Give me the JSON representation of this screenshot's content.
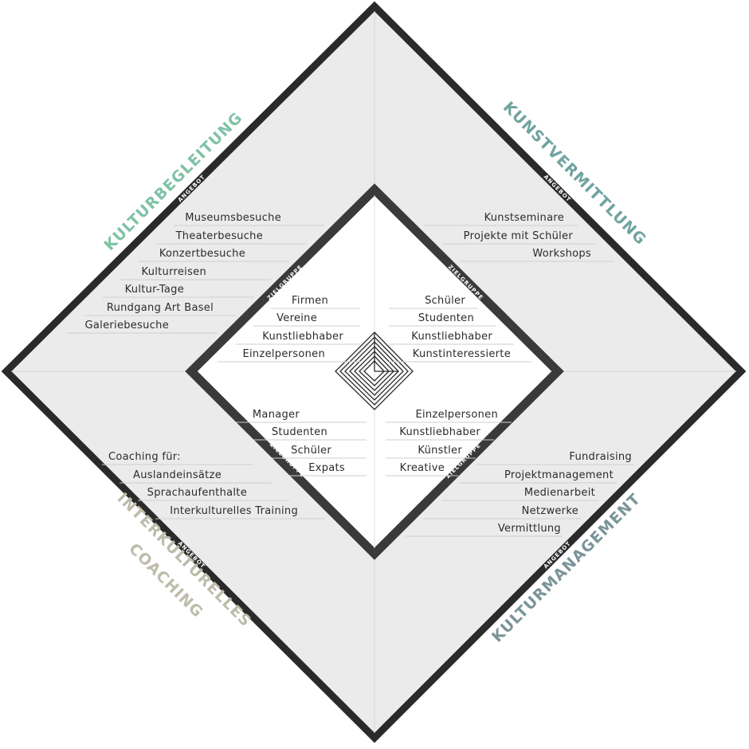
{
  "colors": {
    "outer_fill": "#ebebeb",
    "frame": "#2a2a2a",
    "inner_fill": "#ffffff",
    "kulturbegleitung": "#7fc2a6",
    "kunstvermittlung": "#6fa3a0",
    "interkulturelles": "#bdbcaa",
    "kulturmanagement": "#7a9499",
    "text": "#2b2b2b"
  },
  "titles": {
    "top_left": "KULTURBEGLEITUNG",
    "top_right": "KUNSTVERMITTLUNG",
    "bottom_left_line1": "INTERKULTURELLES",
    "bottom_left_line2": "COACHING",
    "bottom_right": "KULTURMANAGEMENT"
  },
  "tags": {
    "angebot": "ANGEBOT",
    "zielgruppe": "ZIELGRUPPE"
  },
  "angebot": {
    "top_left": [
      "Museumsbesuche",
      "Theaterbesuche",
      "Konzertbesuche",
      "Kulturreisen",
      "Kultur-Tage",
      "Rundgang Art Basel",
      "Galeriebesuche"
    ],
    "top_right": [
      "Kunstseminare",
      "Projekte mit Schüler",
      "Workshops"
    ],
    "bottom_left": [
      "Coaching für:",
      "Auslandeinsätze",
      "Sprachaufenthalte",
      "Interkulturelles Training"
    ],
    "bottom_right": [
      "Fundraising",
      "Projektmanagement",
      "Medienarbeit",
      "Netzwerke",
      "Vermittlung"
    ]
  },
  "zielgruppe": {
    "top_left": [
      "Firmen",
      "Vereine",
      "Kunstliebhaber",
      "Einzelpersonen"
    ],
    "top_right": [
      "Schüler",
      "Studenten",
      "Kunstliebhaber",
      "Kunstinteressierte"
    ],
    "bottom_left": [
      "Manager",
      "Studenten",
      "Schüler",
      "Expats"
    ],
    "bottom_right": [
      "Einzelpersonen",
      "Kunstliebhaber",
      "Künstler",
      "Kreative"
    ]
  }
}
